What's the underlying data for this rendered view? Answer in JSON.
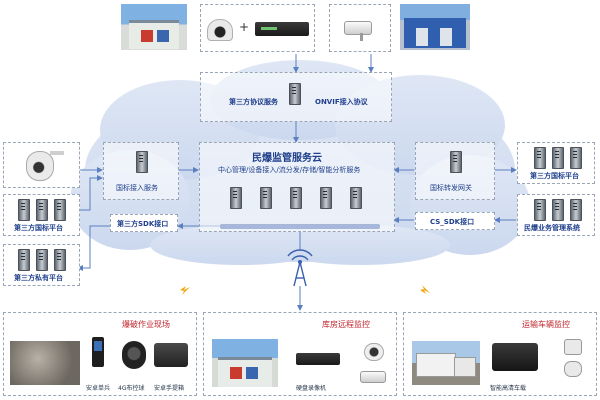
{
  "cloud": {
    "title": "民爆监管服务云",
    "subtitle": "中心管理/设备接入/流分发/存储/智能分析服务",
    "third_party_protocol": "第三方协议服务",
    "onvif": "ONVIF接入协议",
    "national_access": "国标接入服务",
    "national_gateway": "国标转发网关",
    "sdk_left": "第三方SDK接口",
    "sdk_right": "CS_SDK接口"
  },
  "left": {
    "national_platform": "第三方国标平台",
    "private_platform": "第三方私有平台"
  },
  "right": {
    "national_platform": "第三方国标平台",
    "business_system": "民爆业务管理系统"
  },
  "top": {
    "plus": "+"
  },
  "bottom": {
    "blasting": {
      "title": "爆破作业现场",
      "labels": [
        "安卓单兵",
        "4G布控球",
        "安卓手提箱"
      ]
    },
    "warehouse": {
      "title": "库房远程监控",
      "recorder": "硬盘录像机"
    },
    "transport": {
      "title": "运输车辆监控",
      "vehicle": "智能高清车载"
    }
  },
  "colors": {
    "cloud": "#d9e3f3",
    "title_blue": "#1f3f8c",
    "section_red": "#c0242b",
    "arrow": "#5b7fbf"
  }
}
